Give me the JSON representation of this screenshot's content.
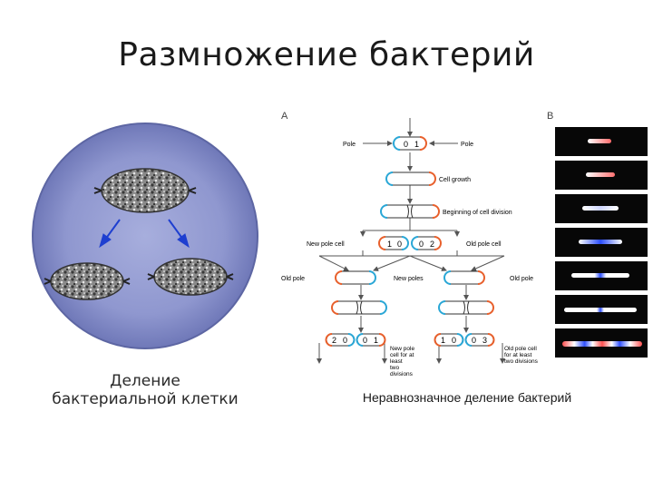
{
  "title": "Размножение бактерий",
  "left_panel": {
    "caption_line1": "Деление",
    "caption_line2": "бактериальной клетки"
  },
  "scheme": {
    "panel_a": "A",
    "panel_b": "B",
    "labels": {
      "pole_left": "Pole",
      "pole_right": "Pole",
      "cell_growth": "Cell growth",
      "beginning": "Beginning of cell division",
      "new_pole_cell": "New pole cell",
      "old_pole_cell": "Old pole cell",
      "old_pole_left": "Old pole",
      "new_poles": "New poles",
      "old_pole_right": "Old pole",
      "note_new": [
        "New pole",
        "cell for at",
        "least",
        "two",
        "divisions"
      ],
      "note_old": [
        "Old pole cell",
        "for at least",
        "two divisions"
      ]
    },
    "numbers": {
      "row1": [
        "0",
        "1"
      ],
      "row4": [
        "1",
        "0",
        "0",
        "2"
      ],
      "row7": [
        "2",
        "0",
        "0",
        "1",
        "1",
        "0",
        "0",
        "3"
      ]
    },
    "colors": {
      "old_pole": "#e8602c",
      "new_pole": "#2aa7d6",
      "arrow": "#555555"
    }
  },
  "caption_right": "Неравнозначное деление бактерий"
}
